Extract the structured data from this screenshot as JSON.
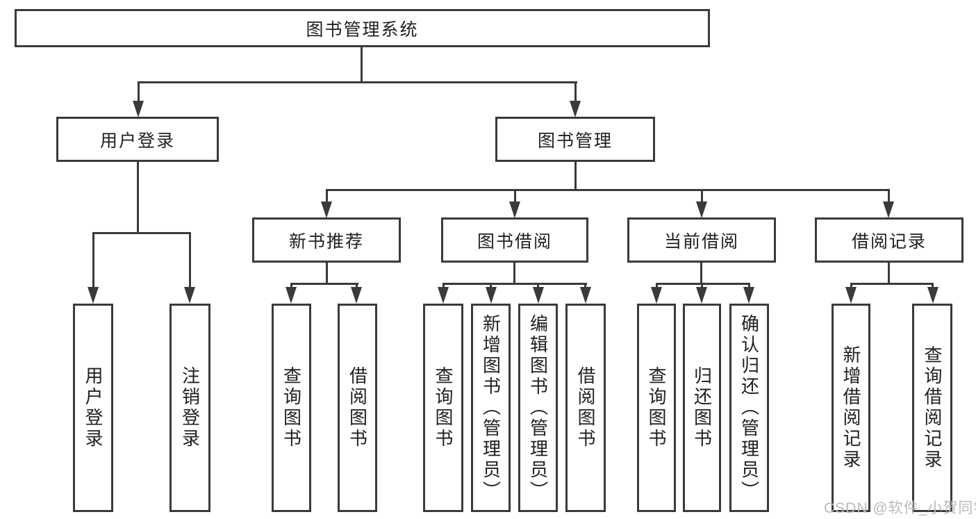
{
  "colors": {
    "line": "#3a3a3a",
    "text": "#1f1f1f",
    "background": "#ffffff",
    "watermark": "#b9b9bf"
  },
  "diagram": {
    "root": {
      "label": "图书管理系统"
    },
    "level2": [
      {
        "label": "用户登录"
      },
      {
        "label": "图书管理"
      }
    ],
    "level3": [
      {
        "label": "新书推荐",
        "parent": "图书管理"
      },
      {
        "label": "图书借阅",
        "parent": "图书管理"
      },
      {
        "label": "当前借阅",
        "parent": "图书管理"
      },
      {
        "label": "借阅记录",
        "parent": "图书管理"
      }
    ],
    "leaves": [
      {
        "label": "用户登录",
        "parent": "用户登录"
      },
      {
        "label": "注销登录",
        "parent": "用户登录"
      },
      {
        "label": "查询图书",
        "parent": "新书推荐"
      },
      {
        "label": "借阅图书",
        "parent": "新书推荐"
      },
      {
        "label": "查询图书",
        "parent": "图书借阅"
      },
      {
        "label": "新增图书（管理员）",
        "parent": "图书借阅"
      },
      {
        "label": "编辑图书（管理员）",
        "parent": "图书借阅"
      },
      {
        "label": "借阅图书",
        "parent": "图书借阅"
      },
      {
        "label": "查询图书",
        "parent": "当前借阅"
      },
      {
        "label": "归还图书",
        "parent": "当前借阅"
      },
      {
        "label": "确认归还（管理员）",
        "parent": "当前借阅"
      },
      {
        "label": "新增借阅记录",
        "parent": "借阅记录"
      },
      {
        "label": "查询借阅记录",
        "parent": "借阅记录"
      }
    ]
  },
  "watermark": {
    "text": "CSDN @软件_小贺同学"
  }
}
